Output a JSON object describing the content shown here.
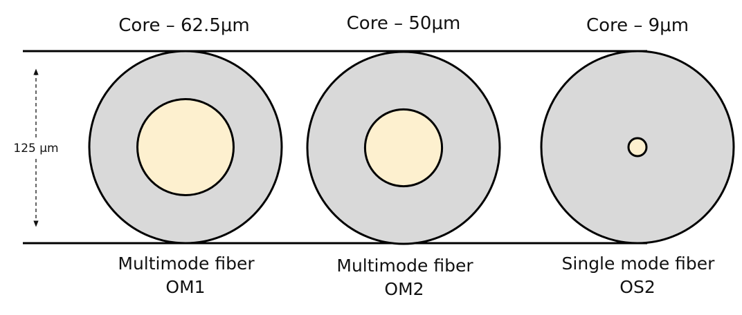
{
  "colors": {
    "cladding": "#d9d9d9",
    "core": "#fdf0cf",
    "stroke": "#000000",
    "text": "#111111"
  },
  "dimension": {
    "label": "125 µm"
  },
  "fibers": [
    {
      "core_label": "Core – 62.5μm",
      "type_label": "Multimode fiber",
      "grade_label": "OM1",
      "core_diameter_um": 62.5,
      "cladding_diameter_um": 125
    },
    {
      "core_label": "Core – 50μm",
      "type_label": "Multimode fiber",
      "grade_label": "OM2",
      "core_diameter_um": 50,
      "cladding_diameter_um": 125
    },
    {
      "core_label": "Core – 9μm",
      "type_label": "Single mode fiber",
      "grade_label": "OS2",
      "core_diameter_um": 9,
      "cladding_diameter_um": 125
    }
  ]
}
